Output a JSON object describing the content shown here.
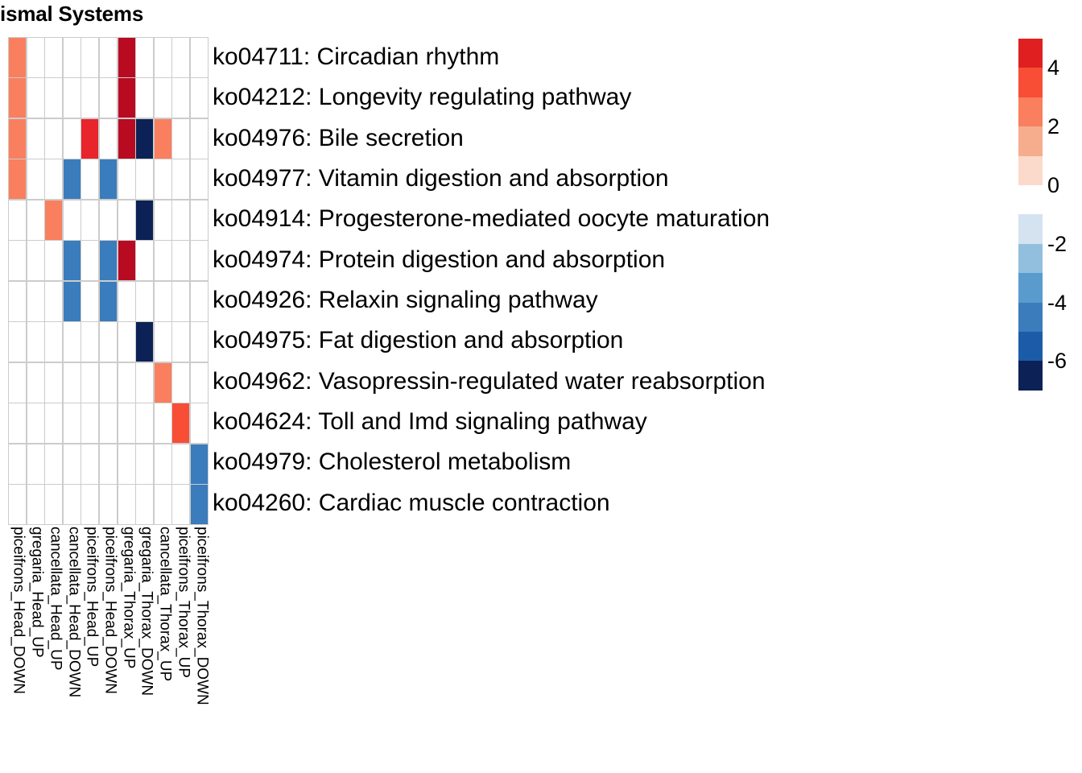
{
  "title": "hment: Organismal Systems",
  "chart_data": {
    "type": "heatmap",
    "title": "hment: Organismal Systems",
    "xlabel": "",
    "ylabel": "",
    "grid": true,
    "legend_position": "right",
    "value_label": "",
    "colorscale": {
      "ticks": [
        "4",
        "2",
        "0",
        "-2",
        "-4",
        "-6"
      ],
      "tick_values": [
        4,
        2,
        0,
        -2,
        -4,
        -6
      ],
      "range": [
        -7,
        5
      ],
      "swatches": [
        {
          "value": 5,
          "color": "#E02020"
        },
        {
          "value": 4,
          "color": "#F74E35"
        },
        {
          "value": 3,
          "color": "#F97F5F"
        },
        {
          "value": 2,
          "color": "#F6AD8D"
        },
        {
          "value": 1,
          "color": "#FBDACB"
        },
        {
          "value": -2,
          "color": "#D5E2F0"
        },
        {
          "value": -3,
          "color": "#92BFDE"
        },
        {
          "value": -4,
          "color": "#5A9BCD"
        },
        {
          "value": -5,
          "color": "#3A7CBC"
        },
        {
          "value": -6,
          "color": "#1C5BA8"
        },
        {
          "value": -7,
          "color": "#0C2155"
        }
      ],
      "blank_color": "#FFFFFF"
    },
    "categories": [
      "piceifrons_Head_DOWN",
      "gregaria_Head_UP",
      "cancellata_Head_UP",
      "cancellata_Head_DOWN",
      "piceifrons_Head_UP",
      "piceifrons_Head_DOWN",
      "gregaria_Thorax_UP",
      "gregaria_Thorax_DOWN",
      "cancellata_Thorax_UP",
      "piceifrons_Thorax_UP",
      "piceifrons_Thorax_DOWN"
    ],
    "rows": [
      "ko04711: Circadian rhythm",
      "ko04212: Longevity regulating pathway",
      "ko04976: Bile secretion",
      "ko04977: Vitamin digestion and absorption",
      "ko04914: Progesterone-mediated oocyte maturation",
      "ko04974: Protein digestion and absorption",
      "ko04926: Relaxin signaling pathway",
      "ko04975: Fat digestion and absorption",
      "ko04962: Vasopressin-regulated water reabsorption",
      "ko04624: Toll and Imd signaling pathway",
      "ko04979: Cholesterol metabolism",
      "ko04260: Cardiac muscle contraction"
    ],
    "cells": [
      [
        {
          "c": 0,
          "color": "#F97F5F",
          "value": 3
        },
        {
          "c": 6,
          "color": "#B80B21",
          "value": 5
        }
      ],
      [
        {
          "c": 0,
          "color": "#F97F5F",
          "value": 3
        },
        {
          "c": 6,
          "color": "#B80B21",
          "value": 5
        }
      ],
      [
        {
          "c": 0,
          "color": "#F97F5F",
          "value": 3
        },
        {
          "c": 4,
          "color": "#E8252A",
          "value": 4
        },
        {
          "c": 6,
          "color": "#B80B21",
          "value": 5
        },
        {
          "c": 7,
          "color": "#0C2155",
          "value": -7
        },
        {
          "c": 8,
          "color": "#F97F5F",
          "value": 3
        }
      ],
      [
        {
          "c": 0,
          "color": "#F97F5F",
          "value": 3
        },
        {
          "c": 3,
          "color": "#3A7CBC",
          "value": -5
        },
        {
          "c": 5,
          "color": "#3A7CBC",
          "value": -5
        }
      ],
      [
        {
          "c": 2,
          "color": "#F97F5F",
          "value": 3
        },
        {
          "c": 7,
          "color": "#0C2155",
          "value": -7
        }
      ],
      [
        {
          "c": 3,
          "color": "#3A7CBC",
          "value": -5
        },
        {
          "c": 5,
          "color": "#3A7CBC",
          "value": -5
        },
        {
          "c": 6,
          "color": "#B80B21",
          "value": 5
        }
      ],
      [
        {
          "c": 3,
          "color": "#3A7CBC",
          "value": -5
        },
        {
          "c": 5,
          "color": "#3A7CBC",
          "value": -5
        }
      ],
      [
        {
          "c": 7,
          "color": "#0C2155",
          "value": -7
        }
      ],
      [
        {
          "c": 8,
          "color": "#F97F5F",
          "value": 3
        }
      ],
      [
        {
          "c": 9,
          "color": "#F74E35",
          "value": 4
        }
      ],
      [
        {
          "c": 10,
          "color": "#3A7CBC",
          "value": -5
        }
      ],
      [
        {
          "c": 10,
          "color": "#3A7CBC",
          "value": -5
        }
      ]
    ]
  }
}
